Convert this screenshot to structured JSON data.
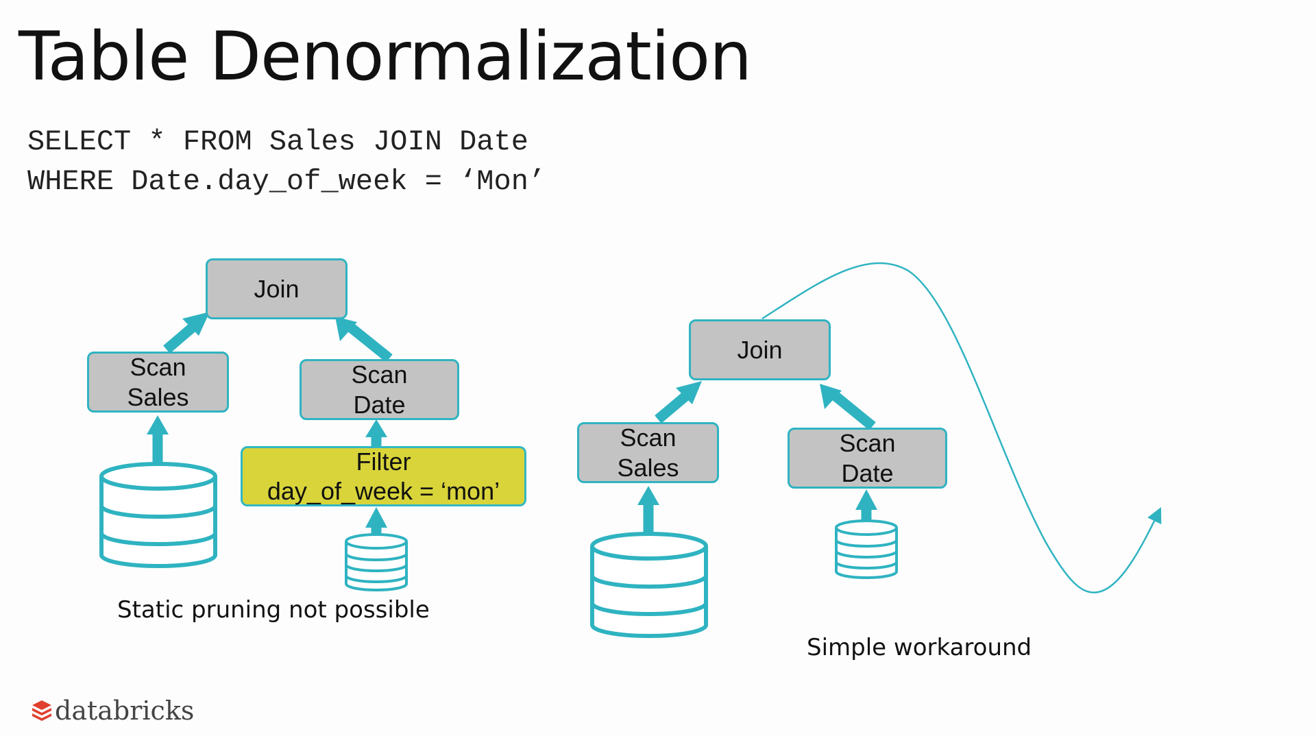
{
  "title": "Table Denormalization",
  "query": {
    "line1": "SELECT * FROM Sales JOIN Date",
    "line2": "WHERE Date.day_of_week = ‘Mon’"
  },
  "left_plan": {
    "join": "Join",
    "scan_sales": [
      "Scan",
      "Sales"
    ],
    "scan_date": [
      "Scan",
      "Date"
    ],
    "filter": [
      "Filter",
      "day_of_week = ‘mon’"
    ],
    "caption": "Static pruning not possible"
  },
  "right_plan": {
    "join": "Join",
    "scan_sales": [
      "Scan",
      "Sales"
    ],
    "scan_date": [
      "Scan",
      "Date"
    ],
    "caption": "Simple workaround"
  },
  "logo": {
    "text": "databricks"
  },
  "colors": {
    "accent": "#2fb3c1",
    "box_fill": "#c3c3c3",
    "filter_fill": "#d8d43a",
    "logo_red": "#e0402f"
  }
}
